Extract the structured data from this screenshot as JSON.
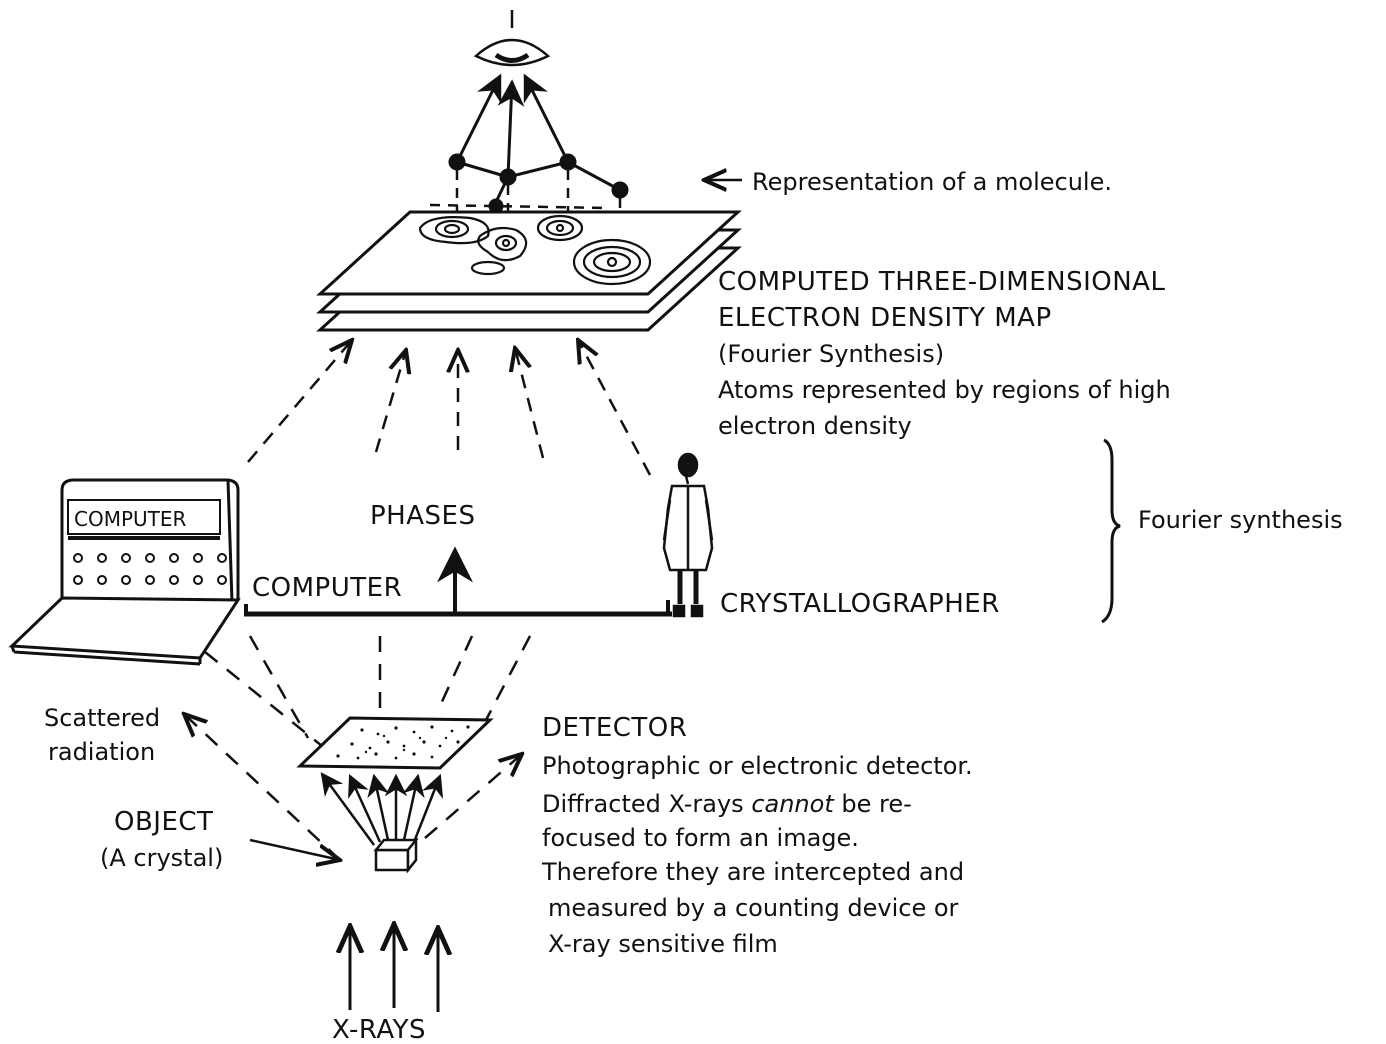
{
  "labels": {
    "molecule_note": "Representation of a molecule.",
    "map_title_1": "COMPUTED THREE-DIMENSIONAL",
    "map_title_2": "ELECTRON DENSITY MAP",
    "map_sub": "(Fourier Synthesis)",
    "map_desc_1": "Atoms represented by regions of high",
    "map_desc_2": "electron density",
    "fourier": "Fourier synthesis",
    "computer_screen": "COMPUTER",
    "phases": "PHASES",
    "computer": "COMPUTER",
    "crystallographer": "CRYSTALLOGRAPHER",
    "scattered_1": "Scattered",
    "scattered_2": "radiation",
    "object_1": "OBJECT",
    "object_2": "(A crystal)",
    "detector_title": "DETECTOR",
    "detector_1": "Photographic or electronic detector.",
    "detector_2a": "Diffracted X-rays ",
    "detector_2b": "cannot",
    "detector_2c": " be re-",
    "detector_3": "focused  to form an image.",
    "detector_4": "Therefore they are intercepted and",
    "detector_5": "measured by a counting device or",
    "detector_6": "X-ray sensitive film",
    "xrays": "X-RAYS"
  }
}
